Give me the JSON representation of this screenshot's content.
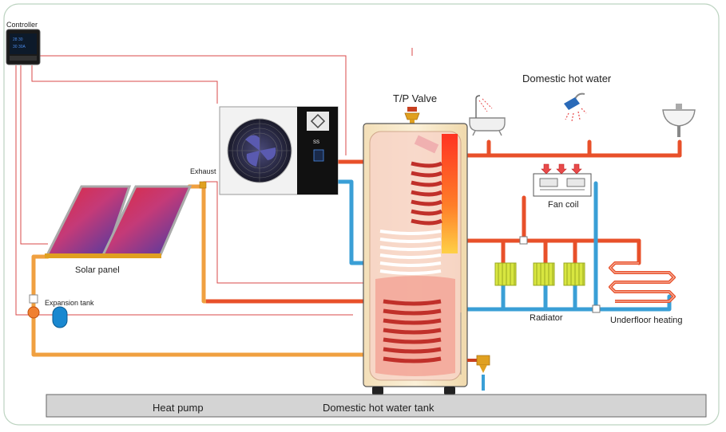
{
  "labels": {
    "controller": "Controller",
    "domestic_hot_water": "Domestic hot water",
    "tp_valve": "T/P Valve",
    "exhaust": "Exhaust",
    "solar_panel": "Solar panel",
    "expansion_tank": "Expansion tank",
    "fan_coil": "Fan coil",
    "radiator": "Radiator",
    "underfloor_heating": "Underfloor heating",
    "heat_pump": "Heat pump",
    "domestic_hot_water_tank": "Domestic hot water tank"
  },
  "controller_display": {
    "line1": "28 30",
    "line2": "30 30A"
  },
  "heat_pump_badge": "SS",
  "colors": {
    "hot_pipe": "#e8502a",
    "cold_pipe": "#3a9fd6",
    "solar_pipe": "#f0a040",
    "tank_fill": "#f6e7c4",
    "base": "#d4d4d4",
    "signal_line": "#d84a4a",
    "coil_copper": "#c0302a",
    "radiator": "#d8e640"
  }
}
